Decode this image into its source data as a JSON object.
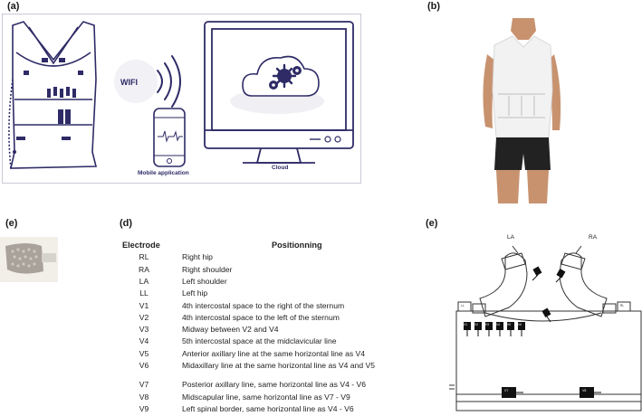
{
  "panel_labels": {
    "a": "(a)",
    "b": "(b)",
    "e_left": "(e)",
    "d": "(d)",
    "e_right": "(e)"
  },
  "panel_a": {
    "wifi_label": "WIFI",
    "mobile_label": "Mobile application",
    "cloud_label": "Cloud"
  },
  "panel_d": {
    "headers": {
      "electrode": "Electrode",
      "positioning": "Positionning"
    },
    "rows": [
      {
        "code": "RL",
        "desc": "Right hip"
      },
      {
        "code": "RA",
        "desc": "Right shoulder"
      },
      {
        "code": "LA",
        "desc": "Left shoulder"
      },
      {
        "code": "LL",
        "desc": "Left hip"
      },
      {
        "code": "V1",
        "desc": "4th intercostal space to the right of the sternum"
      },
      {
        "code": "V2",
        "desc": "4th intercostal space to the left of the sternum"
      },
      {
        "code": "V3",
        "desc": "Midway between V2 and V4"
      },
      {
        "code": "V4",
        "desc": "5th intercostal space at the midclavicular line"
      },
      {
        "code": "V5",
        "desc": "Anterior axillary line at the same horizontal line as V4"
      },
      {
        "code": "V6",
        "desc": "Midaxillary line at the same horizontal line as V4 and V5"
      },
      {
        "code": "V7",
        "desc": "Posterior axillary line, same horizontal line as V4 - V6"
      },
      {
        "code": "V8",
        "desc": "Midscapular line, same horizontal line as V7 - V9"
      },
      {
        "code": "V9",
        "desc": "Left spinal border, same horizontal line as V4 - V6"
      }
    ]
  },
  "panel_e_right": {
    "shoulder_labels": {
      "la": "LA",
      "ra": "RA"
    },
    "strip_labels": [
      "V1",
      "V2",
      "V3",
      "V4",
      "V5",
      "V6"
    ],
    "small_labels": [
      "LL",
      "RL",
      "V7",
      "V8"
    ]
  },
  "colors": {
    "navy": "#2e2b66",
    "frame": "#c9c9d6",
    "skin": "#c8926f",
    "shorts": "#222222",
    "shirt": "#f2f2f2"
  }
}
